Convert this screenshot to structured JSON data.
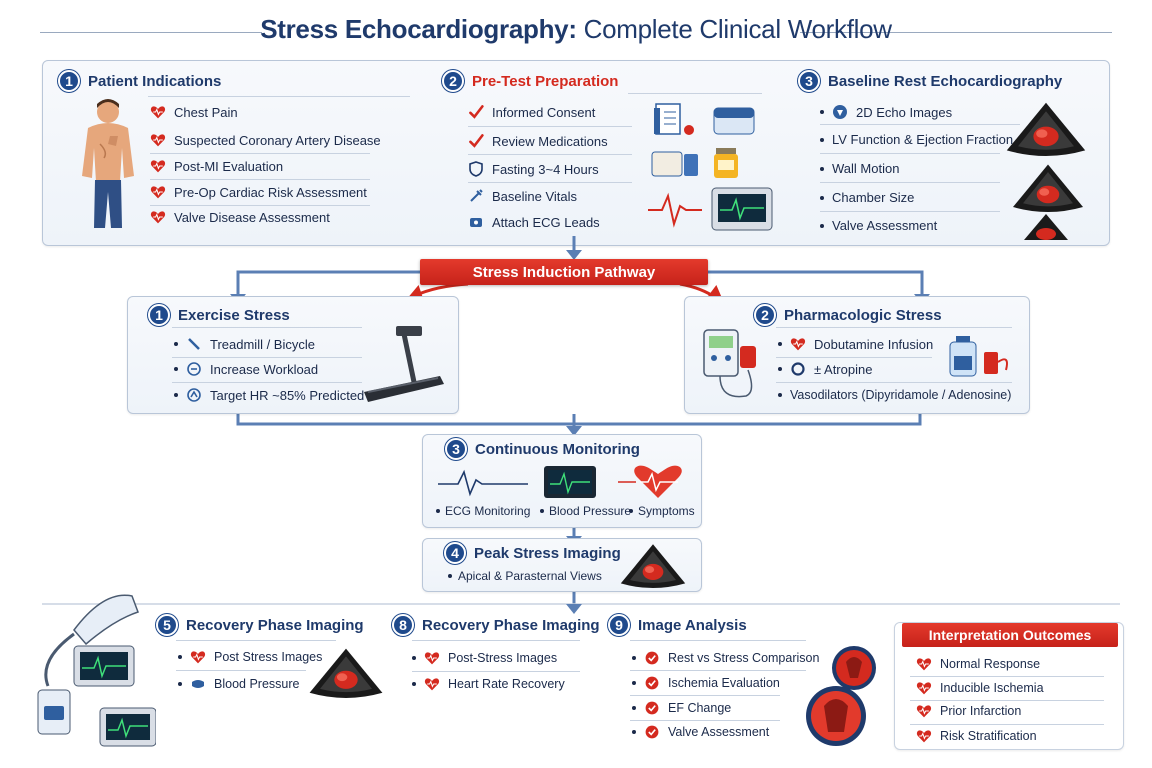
{
  "title": {
    "bold": "Stress Echocardiography:",
    "regular": " Complete Clinical Workflow"
  },
  "patient_indications": {
    "number": "1",
    "title": "Patient Indications",
    "items": [
      "Chest Pain",
      "Suspected Coronary Artery Disease",
      "Post-MI Evaluation",
      "Pre-Op Cardiac Risk Assessment",
      "Valve Disease Assessment"
    ]
  },
  "pre_test": {
    "number": "2",
    "title": "Pre-Test Preparation",
    "items": [
      "Informed Consent",
      "Review Medications",
      "Fasting 3~4 Hours",
      "Baseline Vitals",
      "Attach ECG Leads"
    ]
  },
  "baseline": {
    "number": "3",
    "title": "Baseline Rest Echocardiography",
    "items": [
      "2D Echo Images",
      "LV Function & Ejection Fraction",
      "Wall Motion",
      "Chamber Size",
      "Valve Assessment"
    ]
  },
  "pathway_label": "Stress Induction Pathway",
  "exercise": {
    "number": "1",
    "title": "Exercise Stress",
    "items": [
      "Treadmill / Bicycle",
      "Increase Workload",
      "Target HR ~85% Predicted"
    ]
  },
  "pharm": {
    "number": "2",
    "title": "Pharmacologic Stress",
    "items": [
      "Dobutamine Infusion",
      "± Atropine",
      "Vasodilators (Dipyridamole / Adenosine)"
    ]
  },
  "monitoring": {
    "number": "3",
    "title": "Continuous Monitoring",
    "items": [
      "ECG Monitoring",
      "Blood Pressure",
      "Symptoms"
    ]
  },
  "peak": {
    "number": "4",
    "title": "Peak Stress Imaging",
    "items": [
      "Apical & Parasternal Views"
    ]
  },
  "recovery5": {
    "number": "5",
    "title": "Recovery Phase Imaging",
    "items": [
      "Post Stress Images",
      "Blood Pressure"
    ]
  },
  "recovery8": {
    "number": "8",
    "title": "Recovery Phase Imaging",
    "items": [
      "Post-Stress Images",
      "Heart Rate Recovery"
    ]
  },
  "analysis": {
    "number": "9",
    "title": "Image Analysis",
    "items": [
      "Rest vs Stress Comparison",
      "Ischemia Evaluation",
      "EF Change",
      "Valve Assessment"
    ]
  },
  "outcomes": {
    "title": "Interpretation Outcomes",
    "items": [
      "Normal Response",
      "Inducible Ischemia",
      "Prior Infarction",
      "Risk Stratification"
    ]
  },
  "colors": {
    "navy": "#1f3a6b",
    "red": "#d42a1f",
    "accent_blue": "#1f4a8c",
    "connector": "#5b7fb4"
  }
}
